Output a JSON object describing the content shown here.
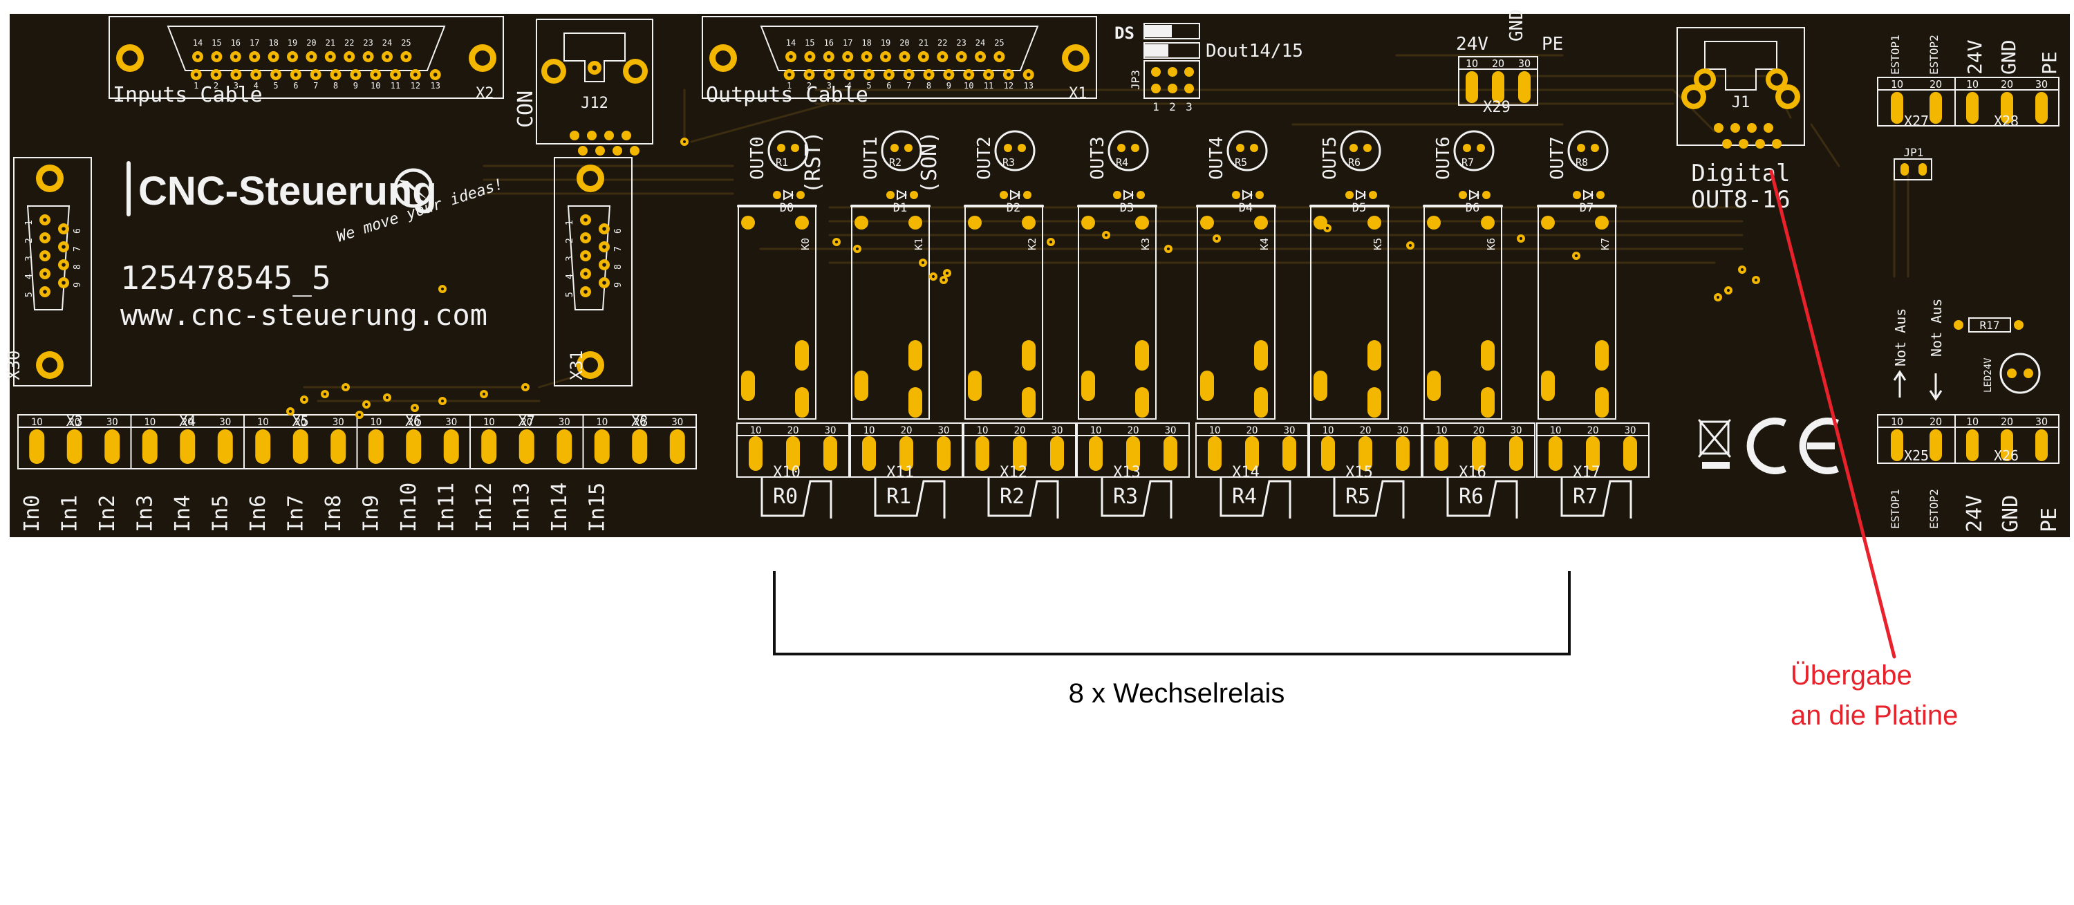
{
  "colors": {
    "board": "#1c160d",
    "silk": "#f2f2f2",
    "pad": "#f3b700",
    "track": "#3c2d10",
    "hole": "#1c160d",
    "arrow": "#e8212b",
    "bracket": "#111111"
  },
  "board": {
    "inputs_cable": "Inputs Cable",
    "outputs_cable": "Outputs Cable",
    "x2": "X2",
    "x1": "X1",
    "top_pins": [
      "14",
      "15",
      "16",
      "17",
      "18",
      "19",
      "20",
      "21",
      "22",
      "23",
      "24",
      "25"
    ],
    "bottom_pins": [
      "1",
      "2",
      "3",
      "4",
      "5",
      "6",
      "7",
      "8",
      "9",
      "10",
      "11",
      "12",
      "13"
    ],
    "con": "CON",
    "j12": "J12",
    "ds": "DS",
    "dout": "Dout14/15",
    "jp3": "JP3",
    "jp_pins": [
      "1",
      "2",
      "3"
    ],
    "x29_top": [
      "24V",
      "GND",
      "PE"
    ],
    "x29": "X29",
    "j1": "J1",
    "digital": "Digital",
    "out816": "OUT8-16",
    "right_top": [
      "ESTOP1",
      "ESTOP2",
      "24V",
      "GND",
      "PE"
    ],
    "x27": "X27",
    "x28": "X28",
    "jp1": "JP1",
    "not_aus": [
      "Not Aus",
      "Not Aus"
    ],
    "r17": "R17",
    "led24v": "LED24V",
    "x25": "X25",
    "x26": "X26",
    "right_bottom": [
      "ESTOP1",
      "ESTOP2",
      "24V",
      "GND",
      "PE"
    ],
    "logo": "CNC-Steuerung",
    "slogan": "We move your ideas!",
    "serial": "125478545_5",
    "website": "www.cnc-steuerung.com",
    "x30": "X30",
    "x31": "X31",
    "db9_pins_left": [
      "1",
      "2",
      "3",
      "4",
      "5"
    ],
    "db9_pins_right": [
      "6",
      "7",
      "8",
      "9"
    ],
    "outputs": [
      "OUT0",
      "OUT1",
      "OUT2",
      "OUT3",
      "OUT4",
      "OUT5",
      "OUT6",
      "OUT7"
    ],
    "aliases": [
      "(RST)",
      "(SON)"
    ],
    "leds": [
      "R1",
      "R2",
      "R3",
      "R4",
      "R5",
      "R6",
      "R7",
      "R8"
    ],
    "diodes": [
      "D0",
      "D1",
      "D2",
      "D3",
      "D4",
      "D5",
      "D6",
      "D7"
    ],
    "relays": [
      "K0",
      "K1",
      "K2",
      "K3",
      "K4",
      "K5",
      "K6",
      "K7"
    ],
    "relay_connectors": [
      "X10",
      "X11",
      "X12",
      "X13",
      "X14",
      "X15",
      "X16",
      "X17"
    ],
    "relay_labels": [
      "R0",
      "R1",
      "R2",
      "R3",
      "R4",
      "R5",
      "R6",
      "R7"
    ],
    "terminal_pins": [
      "1O",
      "2O",
      "3O"
    ],
    "input_connectors": [
      "X3",
      "X4",
      "X5",
      "X6",
      "X7",
      "X8"
    ],
    "inputs": [
      "In0",
      "In1",
      "In2",
      "In3",
      "In4",
      "In5",
      "In6",
      "In7",
      "In8",
      "In9",
      "In10",
      "In11",
      "In12",
      "In13",
      "In14",
      "In15"
    ]
  },
  "annotations": {
    "relay_caption": "8 x Wechselrelais",
    "handover_line1": "Übergabe",
    "handover_line2": "an die Platine"
  }
}
